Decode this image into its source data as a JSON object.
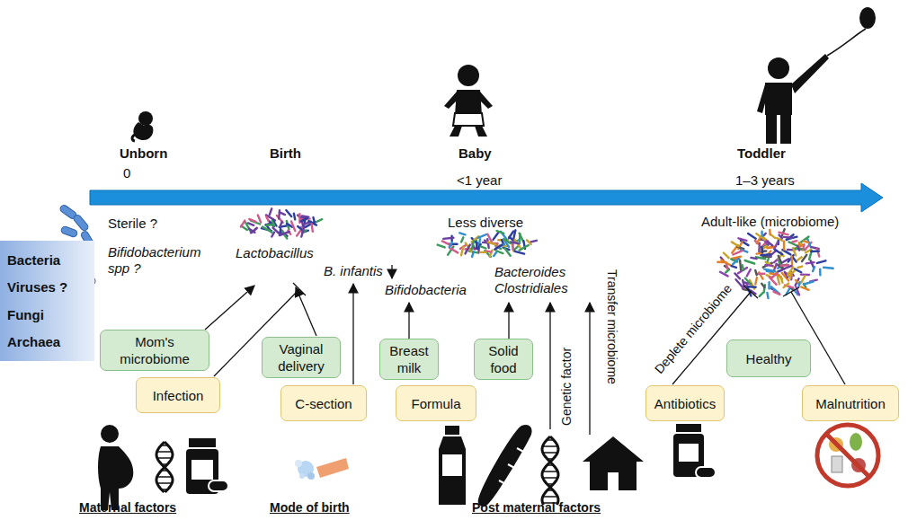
{
  "diagram": {
    "nodes": [
      {
        "text": [
          "Bacteria",
          "Viruses ?",
          "Fungi",
          "Archaea"
        ]
      },
      {
        "text": [
          "Mom's microbiome"
        ]
      },
      {
        "text": [
          "Infection"
        ]
      },
      {
        "text": [
          "Vaginal delivery"
        ]
      },
      {
        "text": [
          "C-section"
        ]
      },
      {
        "text": [
          "Breast milk"
        ]
      },
      {
        "text": [
          "Formula"
        ]
      },
      {
        "text": [
          "Solid food"
        ]
      },
      {
        "text": [
          "Healthy"
        ]
      },
      {
        "text": [
          "Antibiotics"
        ]
      },
      {
        "text": [
          "Malnutrition"
        ]
      }
    ],
    "labels": [
      "Unborn",
      "0",
      "Birth",
      "Baby",
      "<1 year",
      "Toddler",
      "1–3 years",
      "Sterile ?",
      "Bifidobacterium spp ?",
      "Lactobacillus",
      "B. infantis",
      "Bifidobacteria",
      "Less diverse",
      "Bacteroides Clostridiales",
      "Adult-like (microbiome)",
      "Deplete microbiome",
      "Genetic factor",
      "Transfer microbiome",
      "Maternal factors",
      "Mode of birth",
      "Post maternal factors"
    ]
  }
}
